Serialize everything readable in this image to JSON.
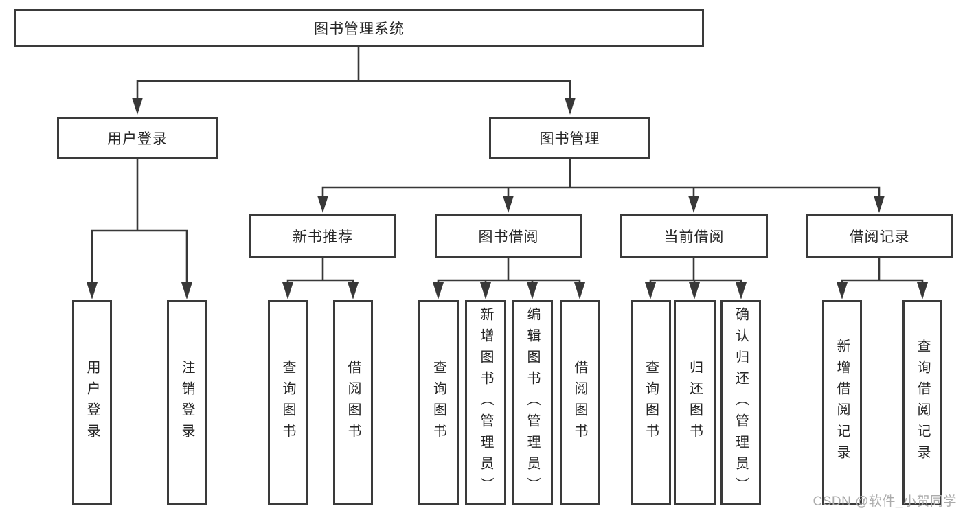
{
  "tree": {
    "root": {
      "label": "图书管理系统"
    },
    "children": [
      {
        "label": "用户登录",
        "children": [
          {
            "label": "用户登录"
          },
          {
            "label": "注销登录"
          }
        ]
      },
      {
        "label": "图书管理",
        "children": [
          {
            "label": "新书推荐",
            "children": [
              {
                "label": "查询图书"
              },
              {
                "label": "借阅图书"
              }
            ]
          },
          {
            "label": "图书借阅",
            "children": [
              {
                "label": "查询图书"
              },
              {
                "label": "新增图书（管理员）"
              },
              {
                "label": "编辑图书（管理员）"
              },
              {
                "label": "借阅图书"
              }
            ]
          },
          {
            "label": "当前借阅",
            "children": [
              {
                "label": "查询图书"
              },
              {
                "label": "归还图书"
              },
              {
                "label": "确认归还（管理员）"
              }
            ]
          },
          {
            "label": "借阅记录",
            "children": [
              {
                "label": "新增借阅记录"
              },
              {
                "label": "查询借阅记录"
              }
            ]
          }
        ]
      }
    ]
  },
  "watermark": "CSDN @软件_小贺同学",
  "colors": {
    "line": "#383838",
    "box_border": "#3a3a3a",
    "text": "#262626",
    "watermark": "#ababab",
    "background": "#ffffff"
  }
}
